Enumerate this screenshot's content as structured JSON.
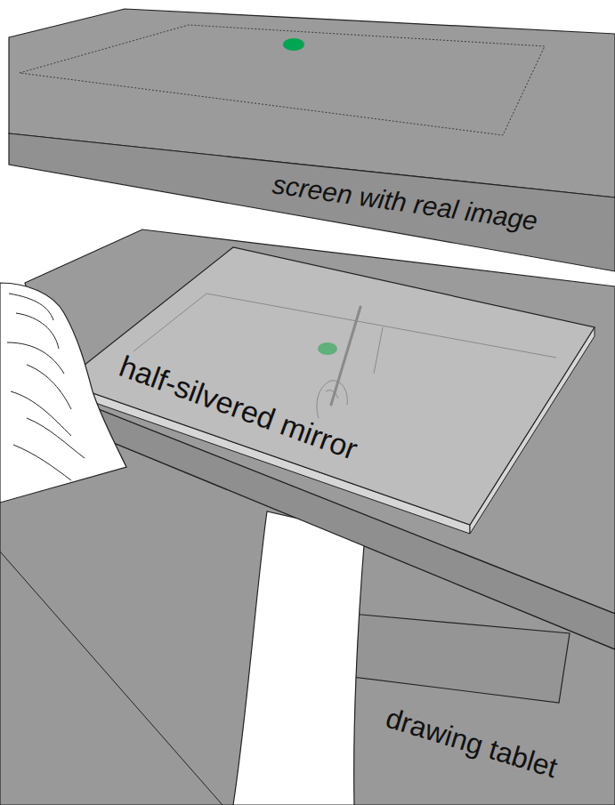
{
  "diagram": {
    "labels": [
      "screen with real image",
      "half-silvered mirror",
      "drawing tablet"
    ]
  }
}
